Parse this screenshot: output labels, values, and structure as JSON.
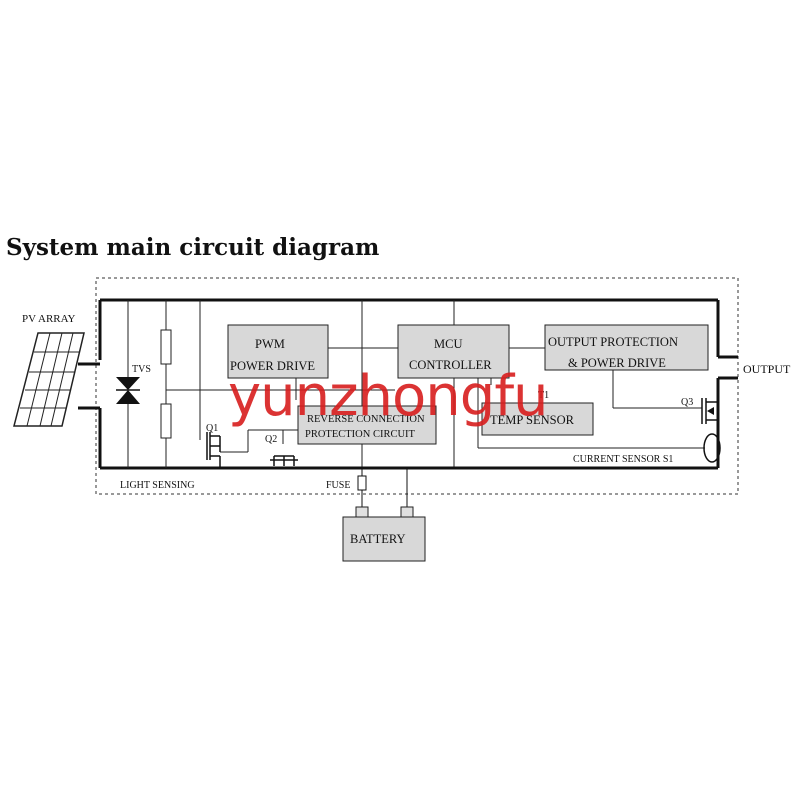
{
  "title": "System main circuit diagram",
  "labels": {
    "pv_array": "PV ARRAY",
    "tvs": "TVS",
    "q1": "Q1",
    "q2": "Q2",
    "q3": "Q3",
    "light_sensing": "LIGHT SENSING",
    "fuse": "FUSE",
    "current_sensor": "CURRENT SENSOR  S1",
    "output": "OUTPUT",
    "t1": "T1"
  },
  "blocks": {
    "pwm": [
      "PWM",
      "POWER DRIVE"
    ],
    "mcu": [
      "MCU",
      "CONTROLLER"
    ],
    "output_protection": [
      "OUTPUT PROTECTION",
      "& POWER DRIVE"
    ],
    "reverse": [
      "REVERSE CONNECTION",
      "PROTECTION CIRCUIT"
    ],
    "temp": [
      "TEMP SENSOR"
    ],
    "battery": [
      "BATTERY"
    ]
  },
  "watermark": "yunzhongfu",
  "colors": {
    "line": "#111111",
    "block_fill": "#d8d8d8",
    "watermark": "#d81d1d"
  }
}
